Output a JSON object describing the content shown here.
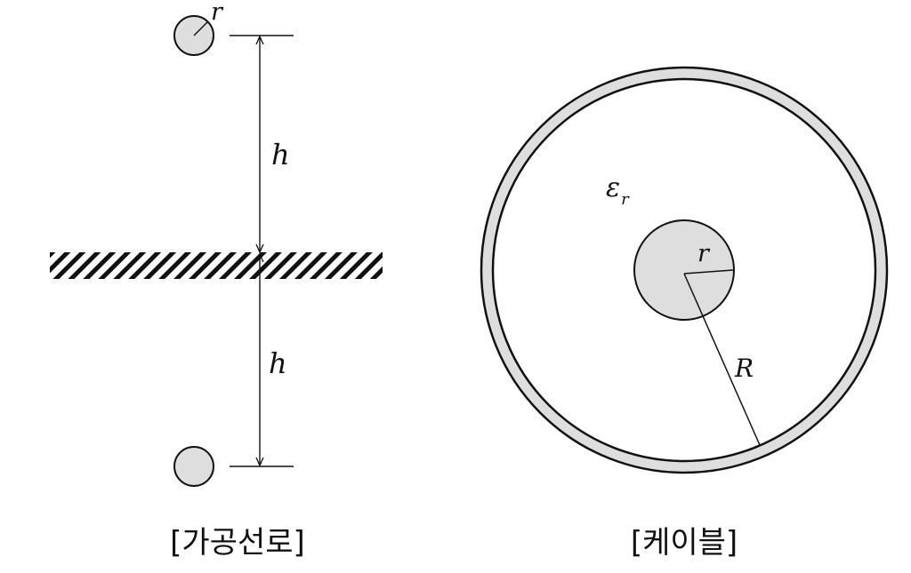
{
  "overhead": {
    "caption": "[가공선로]",
    "radius_label": "r",
    "upper_height_label": "h",
    "lower_height_label": "h"
  },
  "cable": {
    "caption": "[케이블]",
    "permittivity_label": "ε",
    "permittivity_subscript": "r",
    "inner_radius_label": "r",
    "outer_radius_label": "R"
  },
  "colors": {
    "conductor_fill": "#dedede",
    "line": "#111111",
    "background": "#ffffff"
  }
}
